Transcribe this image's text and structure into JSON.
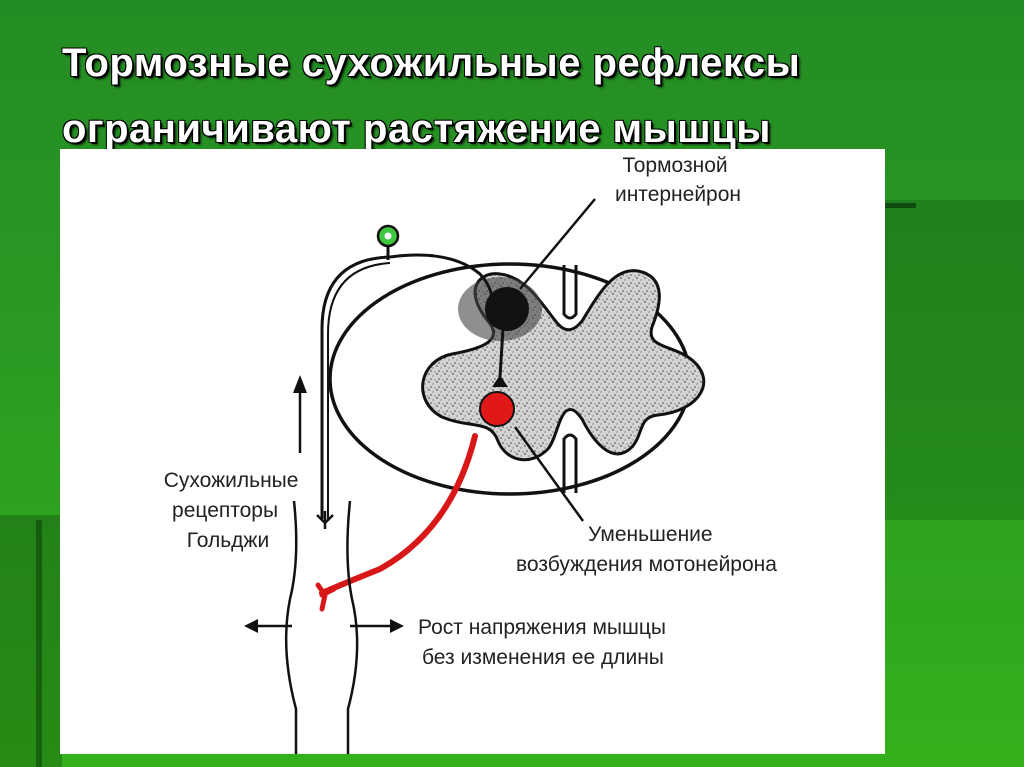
{
  "title": {
    "line1": "Тормозные сухожильные рефлексы",
    "line2": "ограничивают растяжение мышцы"
  },
  "diagram": {
    "interneuron_label": [
      "Тормозной",
      "интернейрон"
    ],
    "receptor_label": [
      "Сухожильные",
      "рецепторы",
      "Гольджи"
    ],
    "reduction_label": [
      "Уменьшение",
      "возбуждения мотонейрона"
    ],
    "tension_label": [
      "Рост напряжения мышцы",
      "без изменения ее длины"
    ]
  },
  "colors": {
    "background": "#2a9a22",
    "motoneuron": "#e01818",
    "ganglion": "#3ec83e",
    "interneuron": "#111111"
  }
}
